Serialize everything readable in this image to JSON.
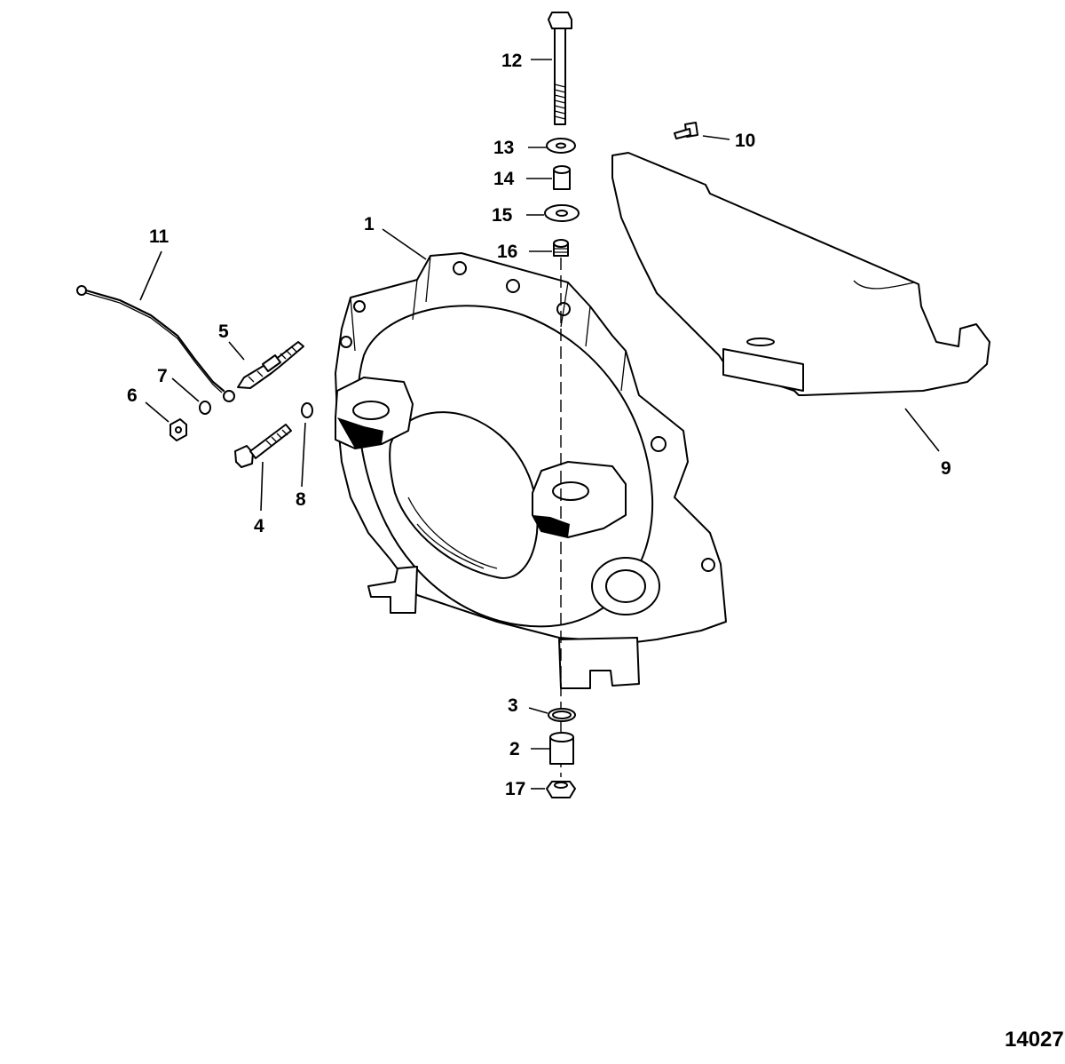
{
  "callouts": {
    "c1": "1",
    "c2": "2",
    "c3": "3",
    "c4": "4",
    "c5": "5",
    "c6": "6",
    "c7": "7",
    "c8": "8",
    "c9": "9",
    "c10": "10",
    "c11": "11",
    "c12": "12",
    "c13": "13",
    "c14": "14",
    "c15": "15",
    "c16": "16",
    "c17": "17"
  },
  "figure_number": "14027"
}
